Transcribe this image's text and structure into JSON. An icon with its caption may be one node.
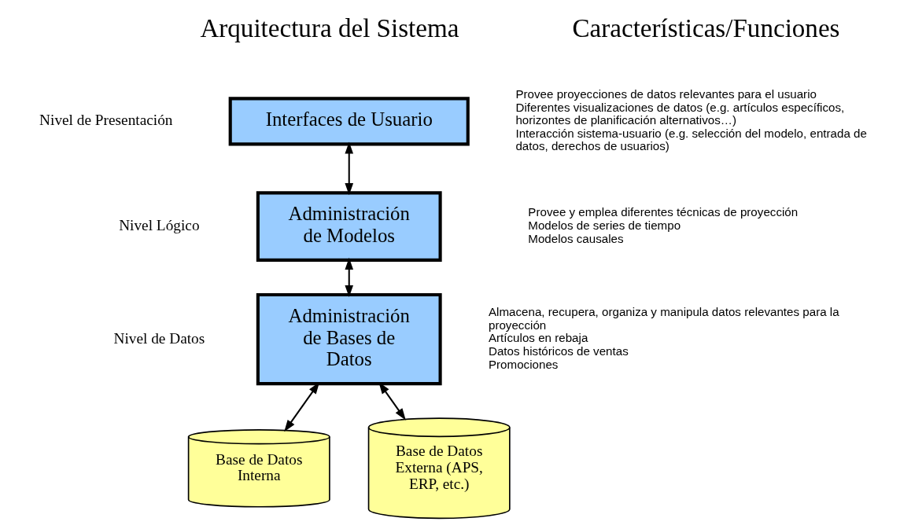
{
  "diagram": {
    "nodes": [
      {
        "text": [
          "Interfaces de Usuario"
        ]
      },
      {
        "text": [
          "Administración de Modelos"
        ]
      },
      {
        "text": [
          "Administración de Bases de Datos"
        ]
      },
      {
        "text": [
          "Base de Datos Interna"
        ]
      },
      {
        "text": [
          "Base de Datos Externa (APS, ERP, etc.)"
        ]
      }
    ],
    "edges": [
      {
        "from": 0,
        "to": 1,
        "arrow": "both"
      },
      {
        "from": 1,
        "to": 2,
        "arrow": "both"
      },
      {
        "from": 2,
        "to": 3,
        "arrow": "both"
      },
      {
        "from": 2,
        "to": 4,
        "arrow": "both"
      }
    ],
    "labels": [
      "Arquitectura del Sistema",
      "Características/Funciones",
      "Nivel de Presentación",
      "Provee proyecciones de datos relevantes para el usuario",
      "Diferentes visualizaciones de datos (e.g. artículos específicos, horizontes de planificación alternativos…)",
      "Interacción sistema-usuario (e.g. selección del modelo, entrada de datos, derechos de usuarios)",
      "Nivel Lógico",
      "Provee y emplea diferentes técnicas de proyección",
      "Modelos de series de tiempo",
      "Modelos causales",
      "Nivel de Datos",
      "Almacena, recupera, organiza y manipula datos relevantes para la proyección",
      "Artículos en rebaja",
      "Datos históricos de ventas",
      "Promociones"
    ]
  }
}
